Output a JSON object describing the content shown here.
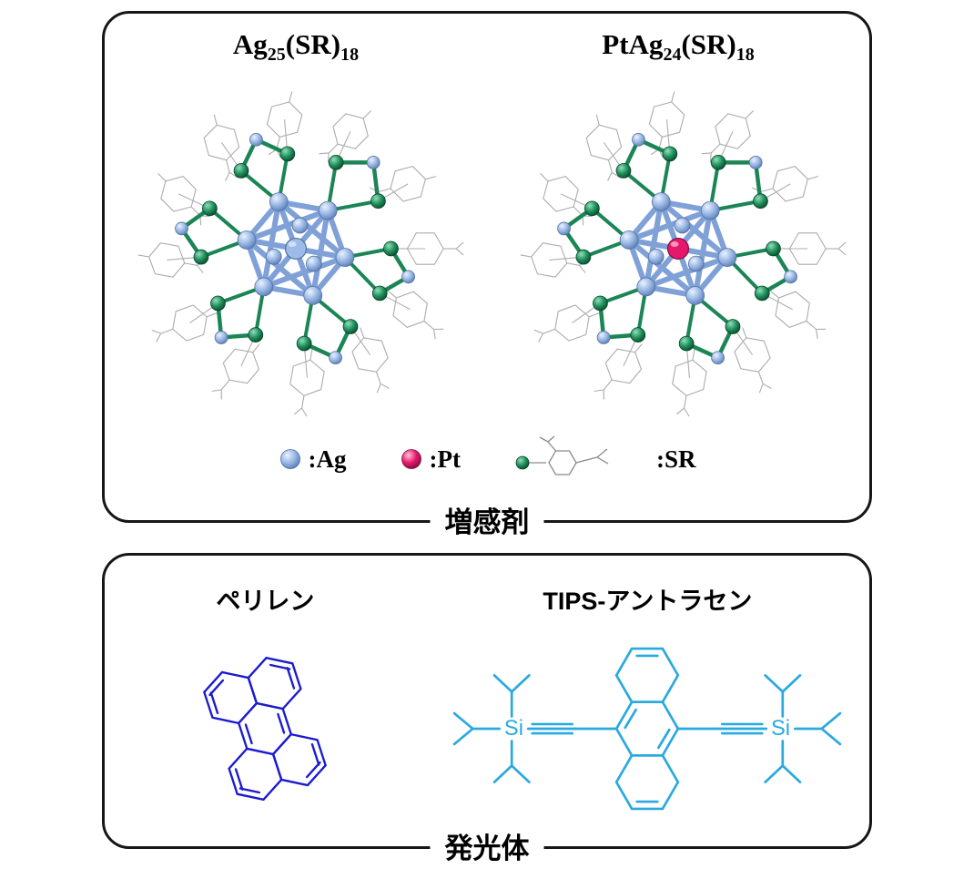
{
  "figure": {
    "top_panel": {
      "title1": {
        "p0": "Ag",
        "s0": "25",
        "p1": "(SR)",
        "s1": "18"
      },
      "title2": {
        "p0": "PtAg",
        "s0": "24",
        "p1": "(SR)",
        "s1": "18"
      },
      "legend": {
        "ag": ":Ag",
        "pt": ":Pt",
        "sr": ":SR"
      },
      "caption": "増感剤",
      "colors": {
        "ag_sphere": "#98b6e4",
        "pt_sphere": "#e5186b",
        "s_sphere": "#1f8f5b"
      }
    },
    "bottom_panel": {
      "mol1_title": "ペリレン",
      "mol2_title": "TIPS-アントラセン",
      "si_label": "Si",
      "caption": "発光体",
      "colors": {
        "perylene": "#1b1bd0",
        "tips_anthracene": "#29a9e0"
      }
    }
  }
}
